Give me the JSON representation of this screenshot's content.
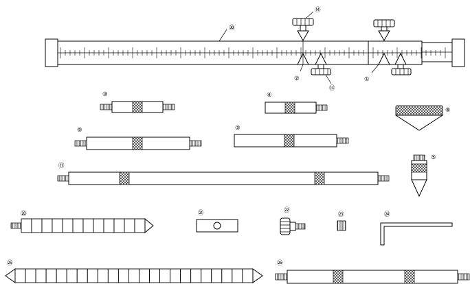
{
  "diagram": {
    "part_labels": {
      "p30": "㉚",
      "p14": "⑭",
      "p2": "②",
      "p13": "⑬",
      "p1": "①",
      "p10": "⑩",
      "p4": "④",
      "p6": "⑥",
      "p9": "⑨",
      "p3": "③",
      "p11": "⑪",
      "p5": "⑤",
      "p20": "⑳",
      "p21": "㉑",
      "p22": "㉒",
      "p23": "㉓",
      "p24": "㉔",
      "p25": "㉕",
      "p26": "㉖"
    }
  }
}
